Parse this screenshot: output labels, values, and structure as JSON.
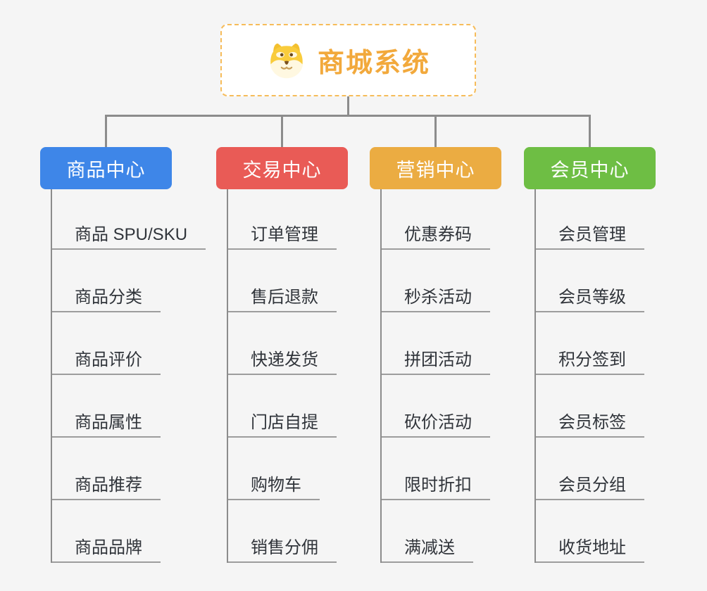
{
  "root": {
    "title": "商城系统",
    "icon": "dog-icon",
    "accent": "#f2a93c",
    "border_color": "#f6bc5a"
  },
  "connector_color": "#8c8c8c",
  "branches": [
    {
      "label": "商品中心",
      "color": "#3e86e8",
      "children": [
        "商品 SPU/SKU",
        "商品分类",
        "商品评价",
        "商品属性",
        "商品推荐",
        "商品品牌"
      ]
    },
    {
      "label": "交易中心",
      "color": "#e95b56",
      "children": [
        "订单管理",
        "售后退款",
        "快递发货",
        "门店自提",
        "购物车",
        "销售分佣"
      ]
    },
    {
      "label": "营销中心",
      "color": "#ebac42",
      "children": [
        "优惠券码",
        "秒杀活动",
        "拼团活动",
        "砍价活动",
        "限时折扣",
        "满减送"
      ]
    },
    {
      "label": "会员中心",
      "color": "#6ebe44",
      "children": [
        "会员管理",
        "会员等级",
        "积分签到",
        "会员标签",
        "会员分组",
        "收货地址"
      ]
    }
  ]
}
